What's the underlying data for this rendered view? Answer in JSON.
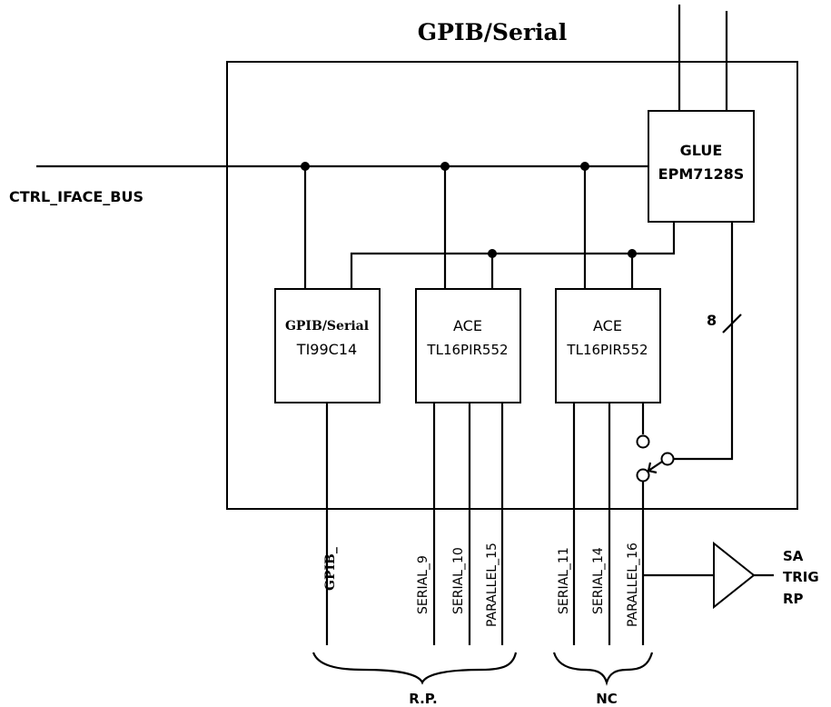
{
  "title": "GPIB/Serial",
  "bus_label": "CTRL_IFACE_BUS",
  "chips": {
    "glue": {
      "name": "GLUE",
      "part": "EPM7128S"
    },
    "gpib": {
      "name": "GPIB/Serial",
      "part": "TI99C14"
    },
    "ace1": {
      "name": "ACE",
      "part": "TL16PIR552"
    },
    "ace2": {
      "name": "ACE",
      "part": "TL16PIR552"
    }
  },
  "bus_width": "8",
  "ports": [
    "GPIB_",
    "SERIAL_9",
    "SERIAL_10",
    "PARALLEL_15",
    "SERIAL_11",
    "SERIAL_14",
    "PARALLEL_16"
  ],
  "groups": [
    "R.P.",
    "NC"
  ],
  "buffer_outputs": [
    "SA",
    "TRIG",
    "RP"
  ]
}
